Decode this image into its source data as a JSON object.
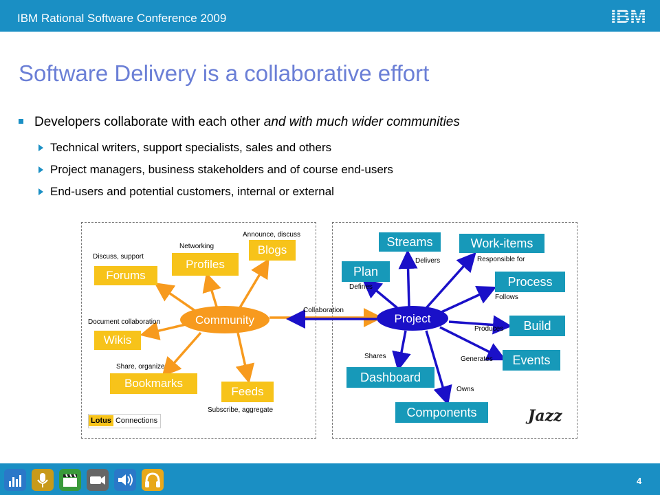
{
  "header": {
    "conference": "IBM Rational Software Conference 2009",
    "logo_text": "IBM"
  },
  "slide": {
    "title": "Software Delivery is a collaborative effort",
    "bullet_main_normal": "Developers collaborate with each other ",
    "bullet_main_italic": "and with much wider communities",
    "sub_bullets": [
      "Technical writers, support specialists, sales and others",
      "Project managers, business stakeholders and of course end-users",
      "End-users and potential customers, internal or external"
    ]
  },
  "diagram": {
    "community": {
      "hub": "Community",
      "nodes": {
        "forums": "Forums",
        "profiles": "Profiles",
        "blogs": "Blogs",
        "wikis": "Wikis",
        "bookmarks": "Bookmarks",
        "feeds": "Feeds"
      },
      "labels": {
        "forums": "Discuss, support",
        "profiles": "Networking",
        "blogs": "Announce, discuss",
        "wikis": "Document collaboration",
        "bookmarks": "Share, organize",
        "feeds": "Subscribe, aggregate"
      },
      "brand_part1": "Lotus",
      "brand_part2": "Connections"
    },
    "collaboration_label": "Collaboration",
    "project": {
      "hub": "Project",
      "nodes": {
        "streams": "Streams",
        "workitems": "Work-items",
        "plan": "Plan",
        "process": "Process",
        "build": "Build",
        "events": "Events",
        "dashboard": "Dashboard",
        "components": "Components"
      },
      "labels": {
        "streams": "Delivers",
        "workitems": "Responsible for",
        "plan": "Defines",
        "process": "Follows",
        "build": "Produces",
        "events": "Generates",
        "dashboard": "Shares",
        "components": "Owns"
      },
      "brand": "Jazz"
    }
  },
  "footer": {
    "page_number": "4",
    "toolbar_icons": [
      "chart-icon",
      "microphone-icon",
      "clapperboard-icon",
      "video-camera-icon",
      "speaker-icon",
      "headphones-icon"
    ]
  },
  "colors": {
    "brand_blue": "#1a8fc4",
    "title_blue": "#6b7fd6",
    "community_yellow": "#f7c31a",
    "community_orange": "#f79a1e",
    "project_teal": "#1799b9",
    "project_navy": "#1a10c8"
  }
}
